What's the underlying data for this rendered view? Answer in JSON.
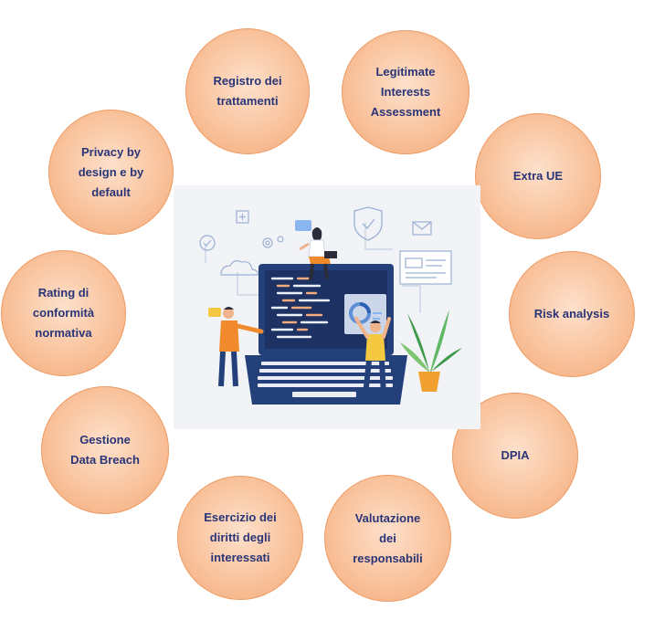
{
  "topics": [
    {
      "id": "c-registro",
      "label": "Registro dei\ntrattamenti"
    },
    {
      "id": "c-lia",
      "label": "Legitimate\nInterests\nAssessment"
    },
    {
      "id": "c-privacy",
      "label": "Privacy by\ndesign e by\ndefault"
    },
    {
      "id": "c-extraue",
      "label": "Extra UE"
    },
    {
      "id": "c-rating",
      "label": "Rating di\nconformità\nnormativa"
    },
    {
      "id": "c-risk",
      "label": "Risk analysis"
    },
    {
      "id": "c-gestione",
      "label": "Gestione\nData Breach"
    },
    {
      "id": "c-dpia",
      "label": "DPIA"
    },
    {
      "id": "c-esercizio",
      "label": "Esercizio dei\ndiritti degli\ninteressati"
    },
    {
      "id": "c-valutazione",
      "label": "Valutazione\ndei\nresponsabili"
    }
  ],
  "colors": {
    "circle_fill": "#f9c39d",
    "circle_border": "#ee9a62",
    "label_text": "#2a3578",
    "laptop": "#24407a",
    "background_panel": "#f1f3f7"
  },
  "illustration": {
    "description_icons": [
      "laptop-icon",
      "shield-icon",
      "cloud-icon",
      "mail-icon",
      "plant-icon",
      "gear-icon"
    ]
  }
}
